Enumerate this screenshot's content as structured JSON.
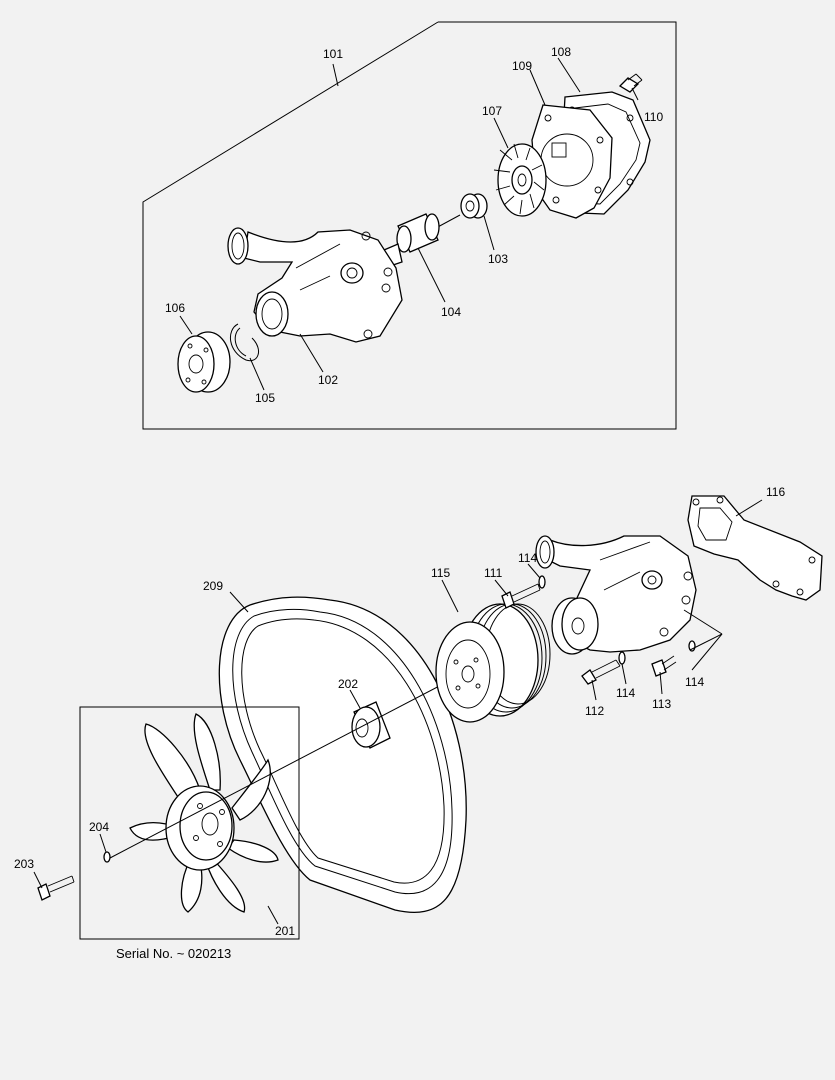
{
  "caption": "Serial No. ~ 020213",
  "callouts": {
    "c101": "101",
    "c102": "102",
    "c103": "103",
    "c104": "104",
    "c105": "105",
    "c106": "106",
    "c107": "107",
    "c108": "108",
    "c109": "109",
    "c110": "110",
    "c111": "111",
    "c112": "112",
    "c113": "113",
    "c114a": "114",
    "c114b": "114",
    "c114c": "114",
    "c115": "115",
    "c116": "116",
    "c201": "201",
    "c202": "202",
    "c203": "203",
    "c204": "204",
    "c209": "209"
  }
}
